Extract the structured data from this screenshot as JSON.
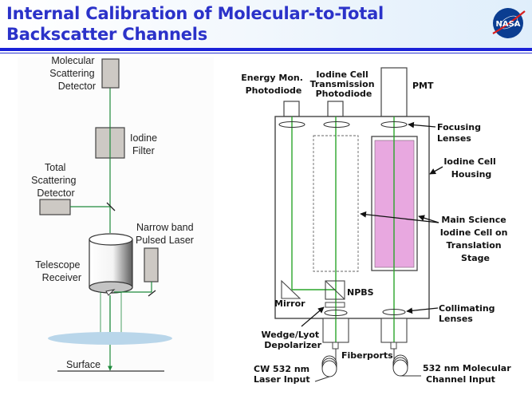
{
  "header": {
    "title_line1": "Internal Calibration of Molecular-to-Total",
    "title_line2": "Backscatter Channels",
    "logo_text": "NASA",
    "logo_icon": "nasa-meatball-icon"
  },
  "colors": {
    "title": "#2b32c9",
    "rule": "#1a22d8",
    "beam": "#2aa52a",
    "beam_left": "#1f8a3c",
    "detector_fill": "#cdc9c4",
    "iodine_cell": "#e8a8e0",
    "cloud": "#b9d6ea"
  },
  "left_diagram": {
    "labels": {
      "molecular_detector": [
        "Molecular",
        "Scattering",
        "Detector"
      ],
      "iodine_filter": [
        "Iodine",
        "Filter"
      ],
      "total_detector": [
        "Total",
        "Scattering",
        "Detector"
      ],
      "laser": [
        "Narrow band",
        "Pulsed Laser"
      ],
      "telescope": [
        "Telescope",
        "Receiver"
      ],
      "surface": "Surface"
    }
  },
  "right_diagram": {
    "labels": {
      "energy_monitor": [
        "Energy Mon.",
        "Photodiode"
      ],
      "transmission_pd": [
        "Iodine Cell",
        "Transmission",
        "Photodiode"
      ],
      "pmt": "PMT",
      "focusing": [
        "Focusing",
        "Lenses"
      ],
      "housing": [
        "Iodine Cell",
        "Housing"
      ],
      "main_cell": [
        "Main Science",
        "Iodine Cell on",
        "Translation",
        "Stage"
      ],
      "npbs": "NPBS",
      "mirror": "Mirror",
      "collimating": [
        "Collimating",
        "Lenses"
      ],
      "depolarizer": [
        "Wedge/Lyot",
        "Depolarizer"
      ],
      "fiberports": "Fiberports",
      "cw_input": [
        "CW 532 nm",
        "Laser Input"
      ],
      "molecular_input": [
        "532 nm Molecular",
        "Channel Input"
      ]
    }
  }
}
